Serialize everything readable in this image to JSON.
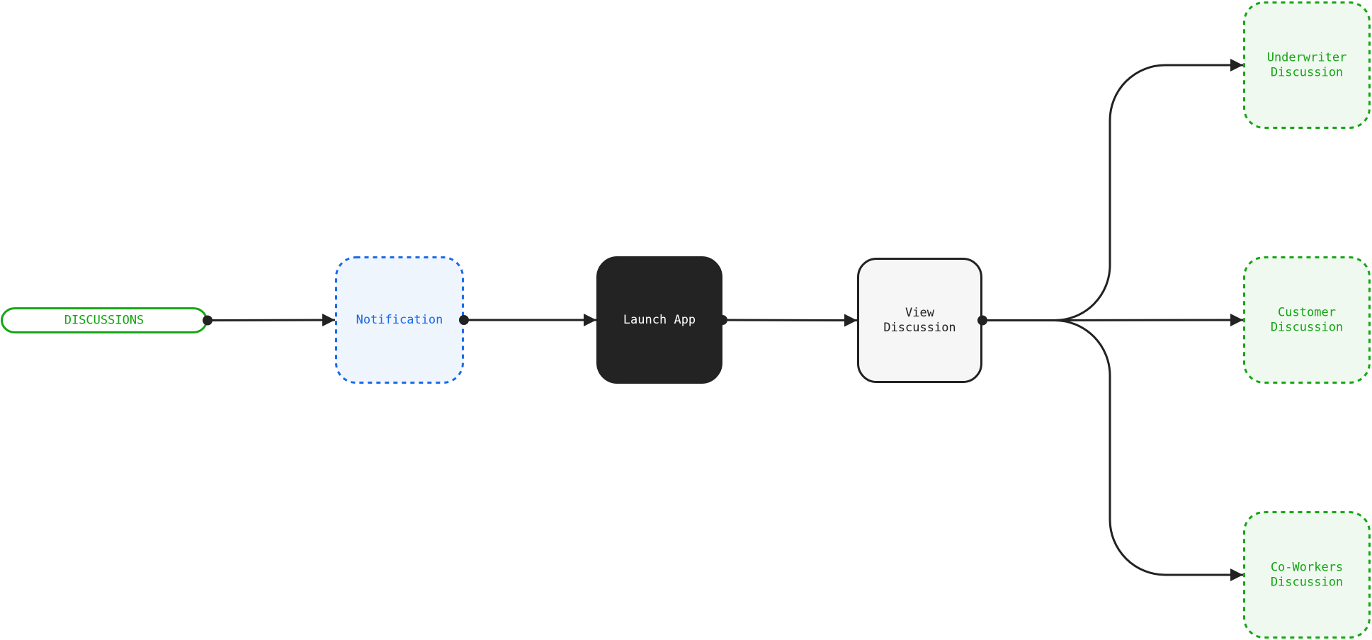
{
  "diagram": {
    "nodes": [
      {
        "id": "discussions",
        "lines": [
          "DISCUSSIONS"
        ],
        "style": "pill-green"
      },
      {
        "id": "notification",
        "lines": [
          "Notification"
        ],
        "style": "dashed-blue"
      },
      {
        "id": "launch-app",
        "lines": [
          "Launch App"
        ],
        "style": "dark"
      },
      {
        "id": "view-discussion",
        "lines": [
          "View",
          "Discussion"
        ],
        "style": "light"
      },
      {
        "id": "underwriter-discussion",
        "lines": [
          "Underwriter",
          "Discussion"
        ],
        "style": "dashed-green"
      },
      {
        "id": "customer-discussion",
        "lines": [
          "Customer",
          "Discussion"
        ],
        "style": "dashed-green"
      },
      {
        "id": "coworkers-discussion",
        "lines": [
          "Co-Workers",
          "Discussion"
        ],
        "style": "dashed-green"
      }
    ],
    "edges": [
      {
        "from": "discussions",
        "to": "notification"
      },
      {
        "from": "notification",
        "to": "launch-app"
      },
      {
        "from": "launch-app",
        "to": "view-discussion"
      },
      {
        "from": "view-discussion",
        "to": "underwriter-discussion"
      },
      {
        "from": "view-discussion",
        "to": "customer-discussion"
      },
      {
        "from": "view-discussion",
        "to": "coworkers-discussion"
      }
    ],
    "colors": {
      "green_stroke": "#16a516",
      "green_text": "#16a516",
      "green_fill": "#eff9ef",
      "blue_stroke": "#1a6ae8",
      "blue_text": "#1a6ae8",
      "blue_fill": "#eff5fd",
      "dark_fill": "#232323",
      "dark_text": "#ffffff",
      "light_fill": "#f6f6f6",
      "light_stroke": "#222222",
      "light_text": "#222222",
      "edge": "#222222"
    }
  }
}
